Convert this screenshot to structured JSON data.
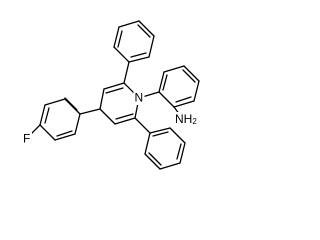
{
  "molecule": {
    "atom_labels": {
      "nitrogen": "N",
      "amine_main": "NH",
      "amine_sub": "2",
      "fluorine": "F"
    }
  }
}
